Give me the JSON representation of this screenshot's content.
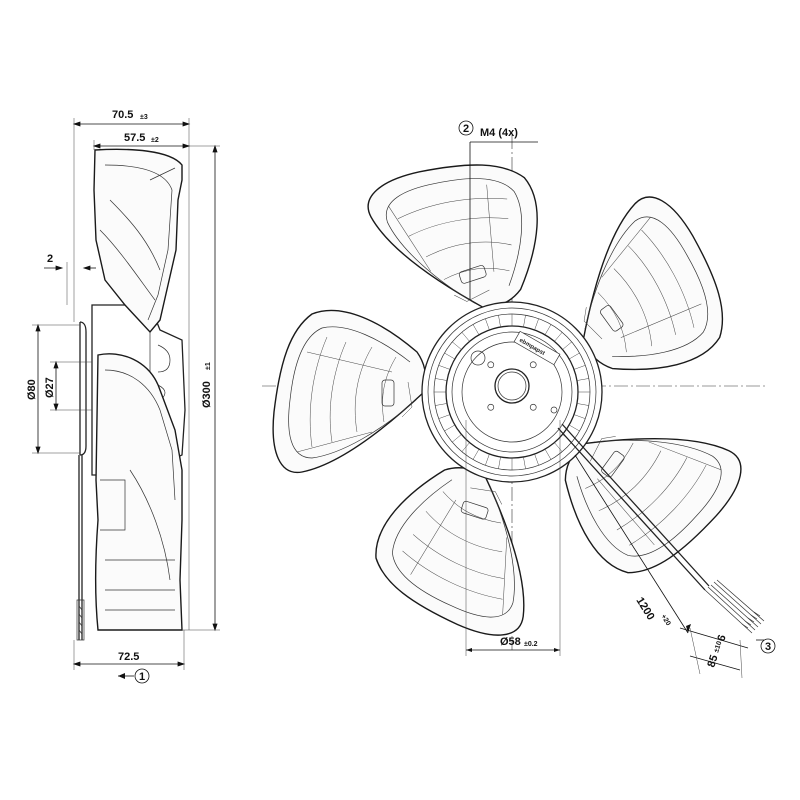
{
  "side_view": {
    "dims": {
      "overall_depth": "70.5",
      "overall_depth_tol": "±3",
      "depth_to_rotor": "57.5",
      "depth_to_rotor_tol": "±2",
      "offset": "2",
      "diameter_80": "Ø80",
      "diameter_27": "Ø27",
      "diameter_300": "Ø300",
      "diameter_300_tol": "±1",
      "bottom_depth": "72.5"
    },
    "callout_airflow": "1"
  },
  "front_view": {
    "callout_thread": "2",
    "thread_label": "M4 (4x)",
    "hub_diameter": "Ø58",
    "hub_diameter_tol": "±0.2",
    "cable_length": "1200",
    "cable_length_tol": "+20",
    "strip_length_short": "6",
    "strip_length_long": "85",
    "strip_length_long_tol": "±10",
    "callout_cable": "3",
    "hub_label_text": "ebmpapst",
    "blade_count": 5
  }
}
